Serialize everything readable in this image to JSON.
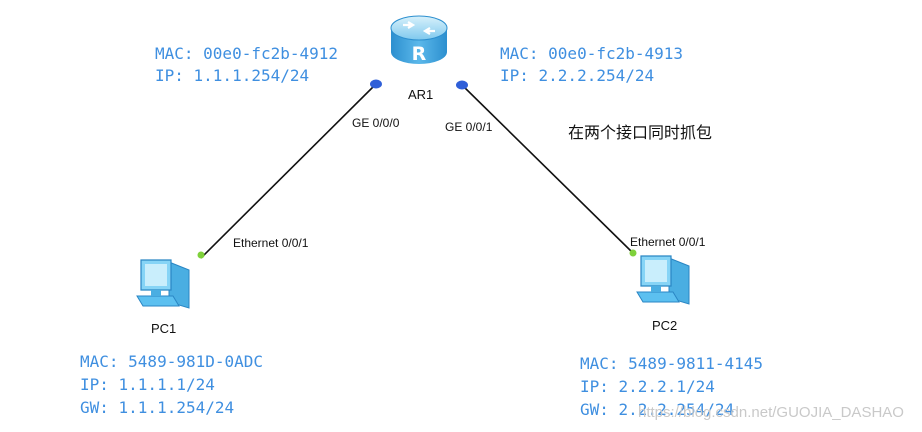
{
  "router": {
    "name": "AR1",
    "icon": "router-icon",
    "glyph": "R",
    "left_if": {
      "name": "GE 0/0/0",
      "mac": "MAC: 00e0-fc2b-4912",
      "ip": "IP: 1.1.1.254/24"
    },
    "right_if": {
      "name": "GE 0/0/1",
      "mac": "MAC: 00e0-fc2b-4913",
      "ip": "IP: 2.2.2.254/24"
    }
  },
  "pc1": {
    "name": "PC1",
    "icon": "pc-icon",
    "port": "Ethernet 0/0/1",
    "mac": "MAC: 5489-981D-0ADC",
    "ip": "IP: 1.1.1.1/24",
    "gw": "GW: 1.1.1.254/24"
  },
  "pc2": {
    "name": "PC2",
    "icon": "pc-icon",
    "port": "Ethernet 0/0/1",
    "mac": "MAC: 5489-9811-4145",
    "ip": "IP: 2.2.2.1/24",
    "gw": "GW: 2.2.2.254/24"
  },
  "note": "在两个接口同时抓包",
  "watermark": "https://blog.csdn.net/GUOJIA_DASHAO",
  "colors": {
    "info_text": "#3f8fe0",
    "router": "#3fa8e0",
    "pc": "#5cc0f0",
    "port_router": "#2f5fd8",
    "port_pc": "#7fd13b",
    "link": "#111111"
  }
}
